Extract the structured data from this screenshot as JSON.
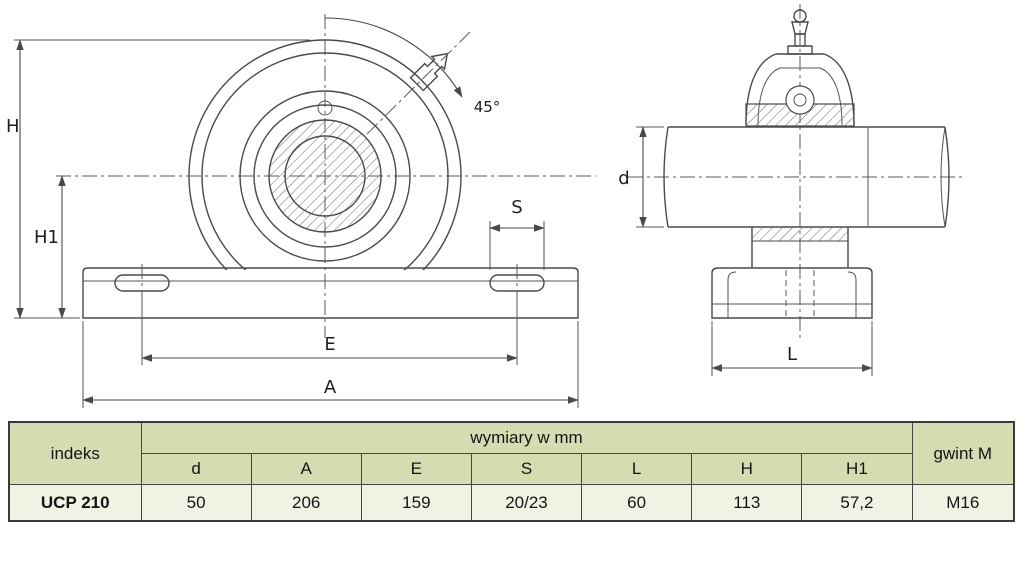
{
  "drawing": {
    "labels": {
      "H": "H",
      "H1": "H1",
      "S": "S",
      "E": "E",
      "A": "A",
      "angle": "45°",
      "d": "d",
      "L": "L"
    }
  },
  "table": {
    "header": {
      "indeks": "indeks",
      "group": "wymiary w mm",
      "gwint": "gwint M"
    },
    "dim_columns": [
      "d",
      "A",
      "E",
      "S",
      "L",
      "H",
      "H1"
    ],
    "row": {
      "indeks": "UCP 210",
      "d": "50",
      "A": "206",
      "E": "159",
      "S": "20/23",
      "L": "60",
      "H": "113",
      "H1": "57,2",
      "gwint": "M16"
    }
  }
}
